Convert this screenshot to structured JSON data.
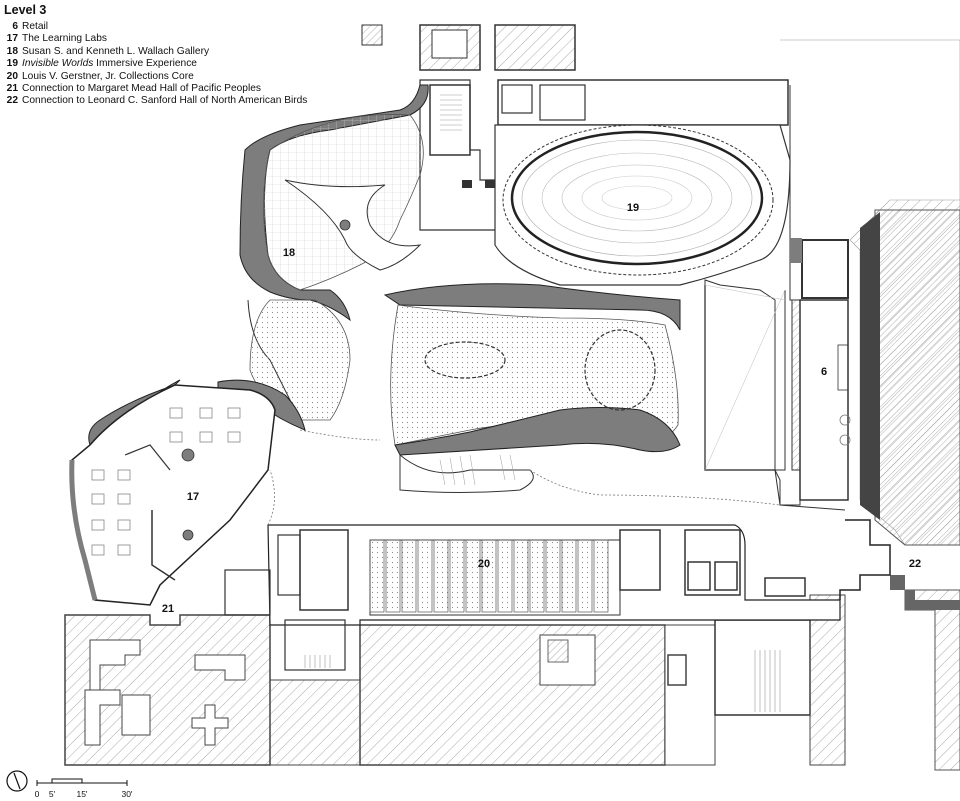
{
  "title": "Level 3",
  "legend": [
    {
      "num": "6",
      "label": "Retail"
    },
    {
      "num": "17",
      "label": "The Learning Labs"
    },
    {
      "num": "18",
      "label": "Susan S. and Kenneth L. Wallach Gallery"
    },
    {
      "num": "19",
      "label_italic": "Invisible Worlds",
      "label": " Immersive Experience"
    },
    {
      "num": "20",
      "label": "Louis V. Gerstner, Jr. Collections Core"
    },
    {
      "num": "21",
      "label": "Connection to Margaret Mead Hall of Pacific Peoples"
    },
    {
      "num": "22",
      "label": "Connection to Leonard C. Sanford Hall of North American Birds"
    }
  ],
  "rooms": {
    "r6": "6",
    "r17": "17",
    "r18": "18",
    "r19": "19",
    "r20": "20",
    "r21": "21",
    "r22": "22"
  },
  "scale": {
    "t0": "0",
    "t5": "5'",
    "t15": "15'",
    "t30": "30'"
  },
  "colors": {
    "ink": "#111111",
    "wall": "#1a1a1a",
    "fill_gray": "#7d7d7d",
    "hatch": "#b0b0b0"
  }
}
